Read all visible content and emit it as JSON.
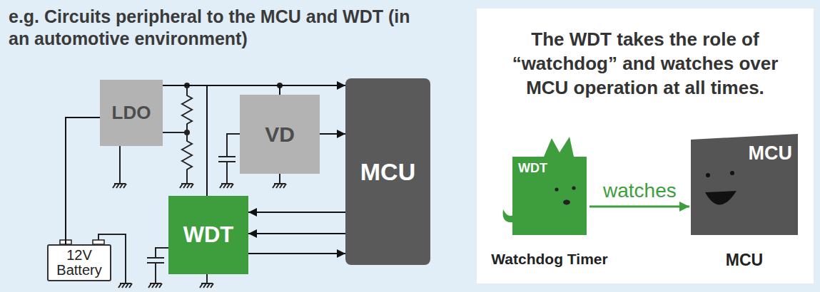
{
  "diagram": {
    "title": "e.g. Circuits peripheral to the MCU and WDT (in an automotive environment)",
    "nodes": [
      {
        "text": [
          "LDO"
        ]
      },
      {
        "text": [
          "VD"
        ]
      },
      {
        "text": [
          "MCU"
        ]
      },
      {
        "text": [
          "WDT"
        ]
      },
      {
        "text": [
          "12V Battery"
        ]
      },
      {
        "text": [
          "The WDT takes the role of “watchdog” and watches over MCU operation at all times."
        ]
      },
      {
        "text": [
          "WDT",
          "Watchdog Timer"
        ],
        "in": 5
      },
      {
        "text": [
          "MCU",
          "MCU"
        ],
        "in": 5
      }
    ],
    "edges": [
      {
        "from": 0,
        "to": 2,
        "arrow": "to"
      },
      {
        "from": 0,
        "to": 1,
        "arrow": "none"
      },
      {
        "from": 0,
        "to": 3,
        "arrow": "none"
      },
      {
        "from": 1,
        "to": 2,
        "arrow": "to"
      },
      {
        "from": 2,
        "to": 3,
        "arrow": "to"
      },
      {
        "from": 2,
        "to": 3,
        "arrow": "to"
      },
      {
        "from": 3,
        "to": 2,
        "arrow": "to"
      },
      {
        "from": 4,
        "to": 0,
        "arrow": "none"
      },
      {
        "from": 6,
        "to": 7,
        "label": "watches",
        "arrow": "to"
      }
    ]
  }
}
